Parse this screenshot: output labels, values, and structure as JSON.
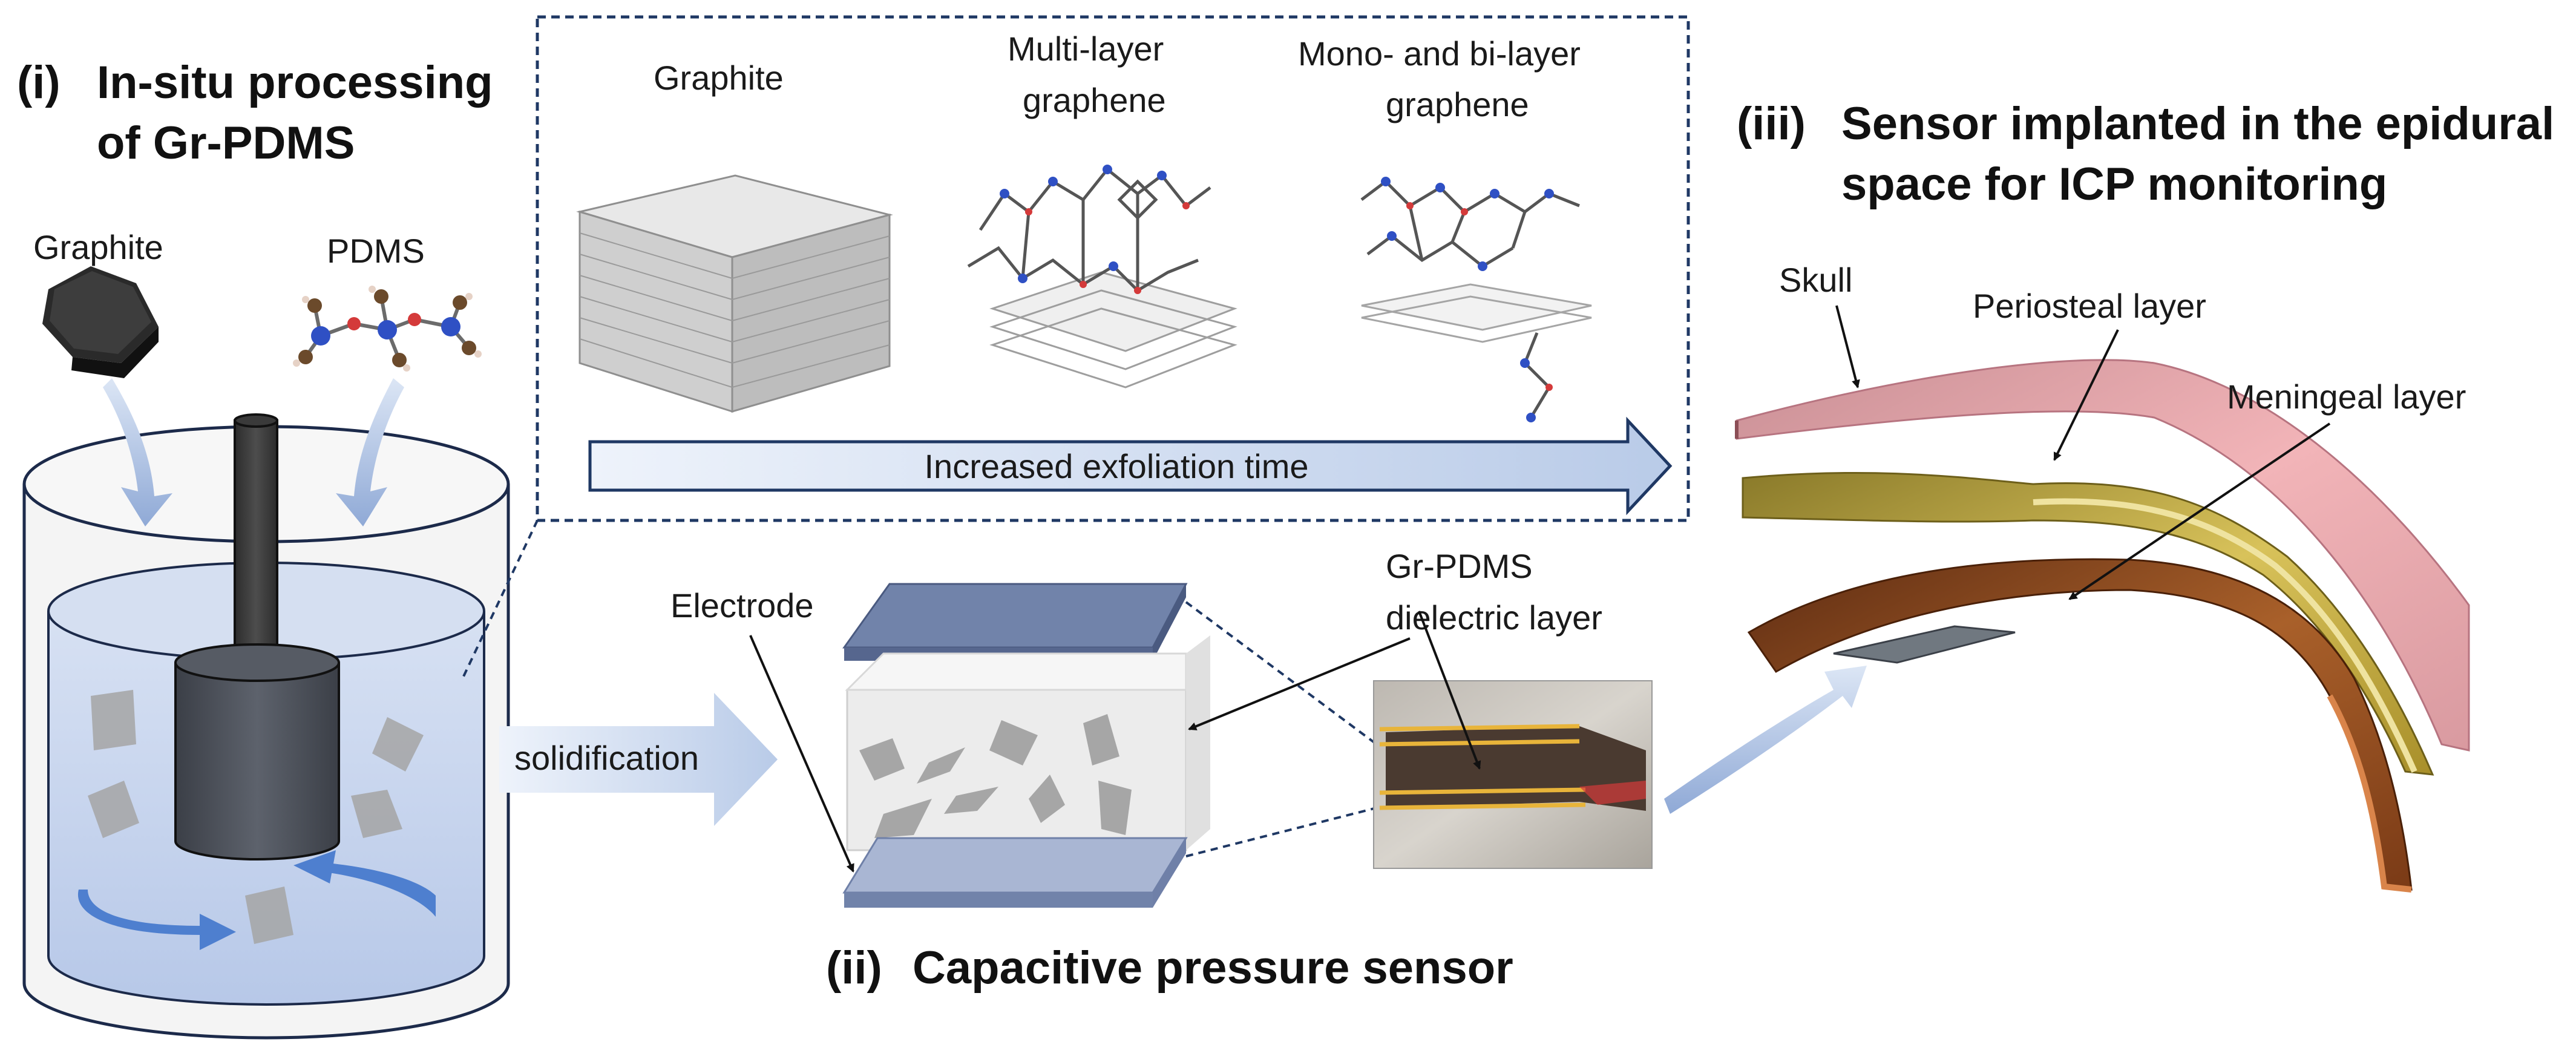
{
  "panel_i": {
    "roman": "(i)",
    "title_line1": "In-situ processing",
    "title_line2": "of Gr-PDMS",
    "graphite_label": "Graphite",
    "pdms_label": "PDMS"
  },
  "exfoliation": {
    "graphite": "Graphite",
    "multi_line1": "Multi-layer",
    "multi_line2": "graphene",
    "mono_line1": "Mono- and bi-layer",
    "mono_line2": "graphene",
    "arrow_label": "Increased exfoliation time"
  },
  "panel_ii": {
    "solidification": "solidification",
    "electrode": "Electrode",
    "dielectric_line1": "Gr-PDMS",
    "dielectric_line2": "dielectric layer",
    "roman": "(ii)",
    "title": "Capacitive pressure sensor"
  },
  "panel_iii": {
    "roman": "(iii)",
    "title_line1": "Sensor implanted in the epidural",
    "title_line2": "space for ICP monitoring",
    "skull": "Skull",
    "periosteal": "Periosteal layer",
    "meningeal": "Meningeal layer"
  },
  "colors": {
    "arrow_blue": "#b8cce8",
    "liquid_blue": "#c9d6ee",
    "electrode": "#6f80a8",
    "skull": "#e7a7ad",
    "periosteal": "#c7a93a",
    "meningeal": "#9a4e22"
  }
}
